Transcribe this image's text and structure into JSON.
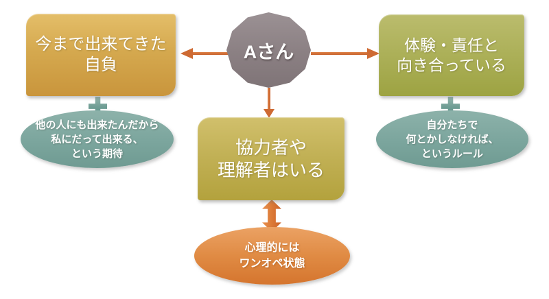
{
  "nodes": {
    "person": {
      "label": "Aさん",
      "shape": "dodecagon",
      "color": "#8C8184"
    },
    "box_left": {
      "line1": "今まで出来てきた",
      "line2": "自負",
      "color": "#D3A549"
    },
    "box_right": {
      "line1": "体験・責任と",
      "line2": "向き合っている",
      "color": "#ACAF57"
    },
    "box_center": {
      "line1": "協力者や",
      "line2": "理解者はいる",
      "color": "#C1B054"
    },
    "ellipse_left": {
      "line1": "他の人にも出来たんだから",
      "line2": "私にだって出来る、",
      "line3": "という期待",
      "color": "#7FA9A1"
    },
    "ellipse_right": {
      "line1": "自分たちで",
      "line2": "何とかしなければ、",
      "line3": "というルール",
      "color": "#7FA9A1"
    },
    "ellipse_bottom": {
      "line1": "心理的には",
      "line2": "ワンオペ状態",
      "color": "#DE8743"
    }
  },
  "connectors": {
    "arrow_color": "#CE6A33",
    "plus_color": "#6E9D94",
    "plus_left": "+",
    "plus_right": "+"
  }
}
